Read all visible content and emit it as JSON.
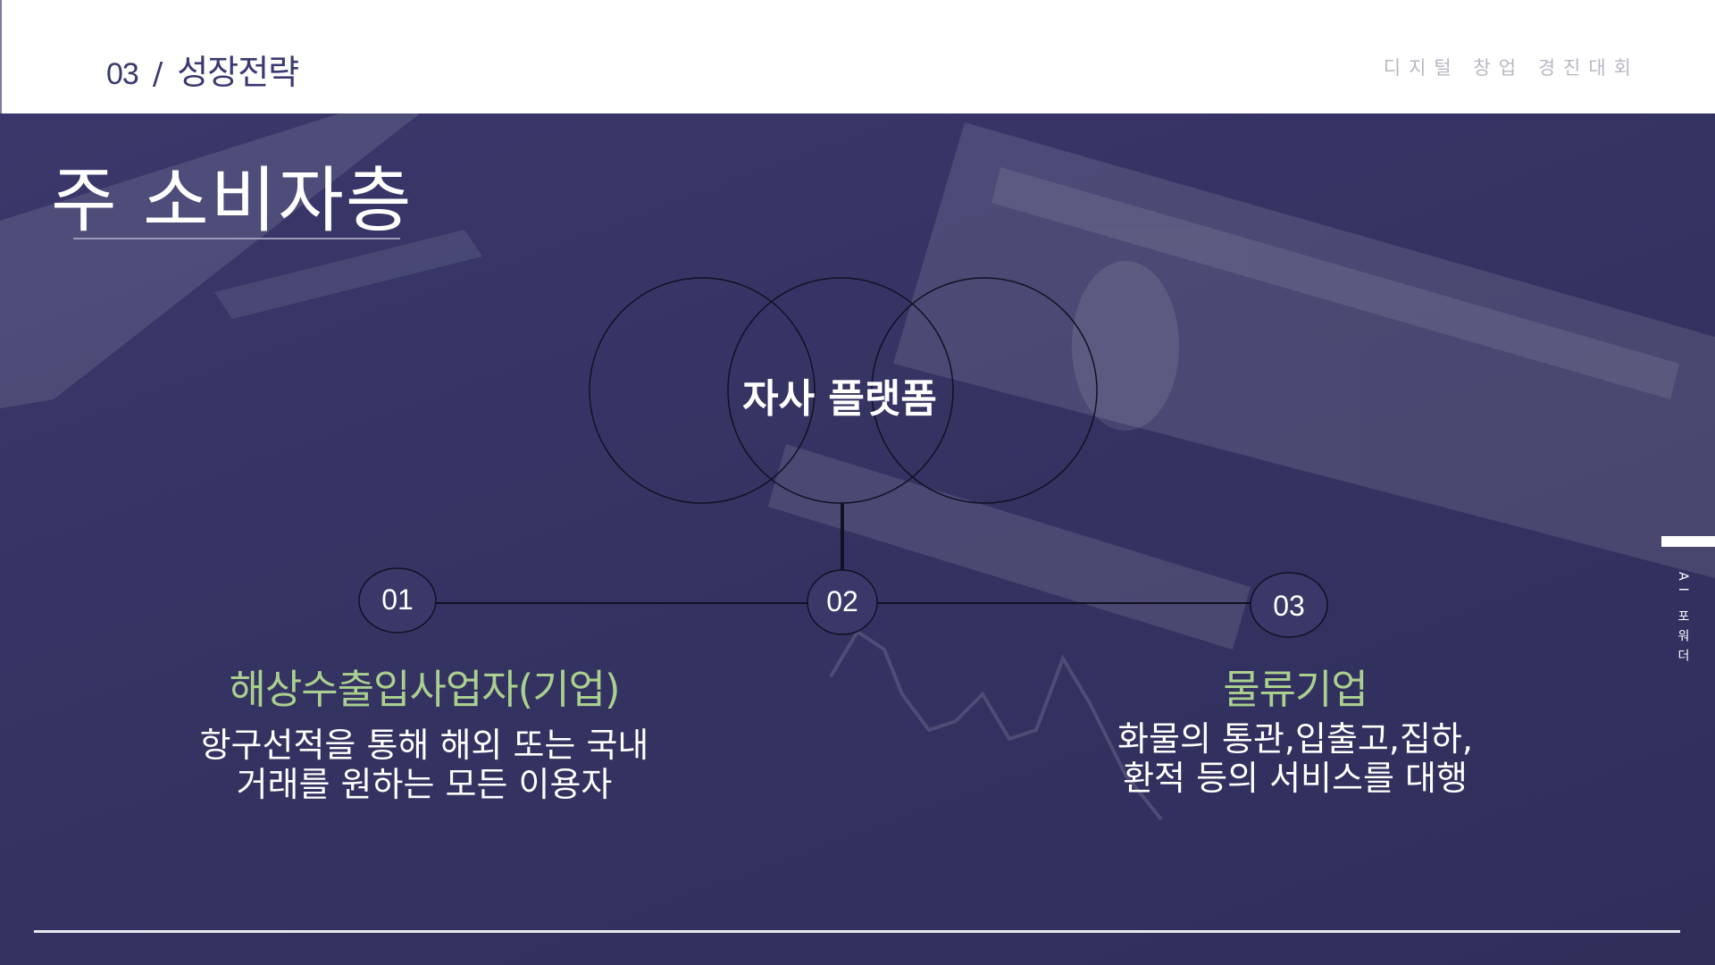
{
  "header": {
    "section_number": "03",
    "separator": "/",
    "section_title": "성장전략",
    "event_name": "디지털 창업 경진대회"
  },
  "slide": {
    "title": "주 소비자층",
    "venn_label": "자사 플랫폼",
    "nodes": [
      "01",
      "02",
      "03"
    ],
    "left": {
      "heading": "해상수출입사업자(기업)",
      "desc_line1": "항구선적을 통해 해외 또는 국내",
      "desc_line2": "거래를 원하는 모든 이용자"
    },
    "right": {
      "heading": "물류기업",
      "desc_line1": "화물의 통관,입출고,집하,",
      "desc_line2": "환적 등의 서비스를 대행"
    },
    "side_label": "AI 포워더"
  },
  "colors": {
    "background": "#3a3868",
    "accent_green": "#a9d08e",
    "header_text": "#3a3a70"
  }
}
